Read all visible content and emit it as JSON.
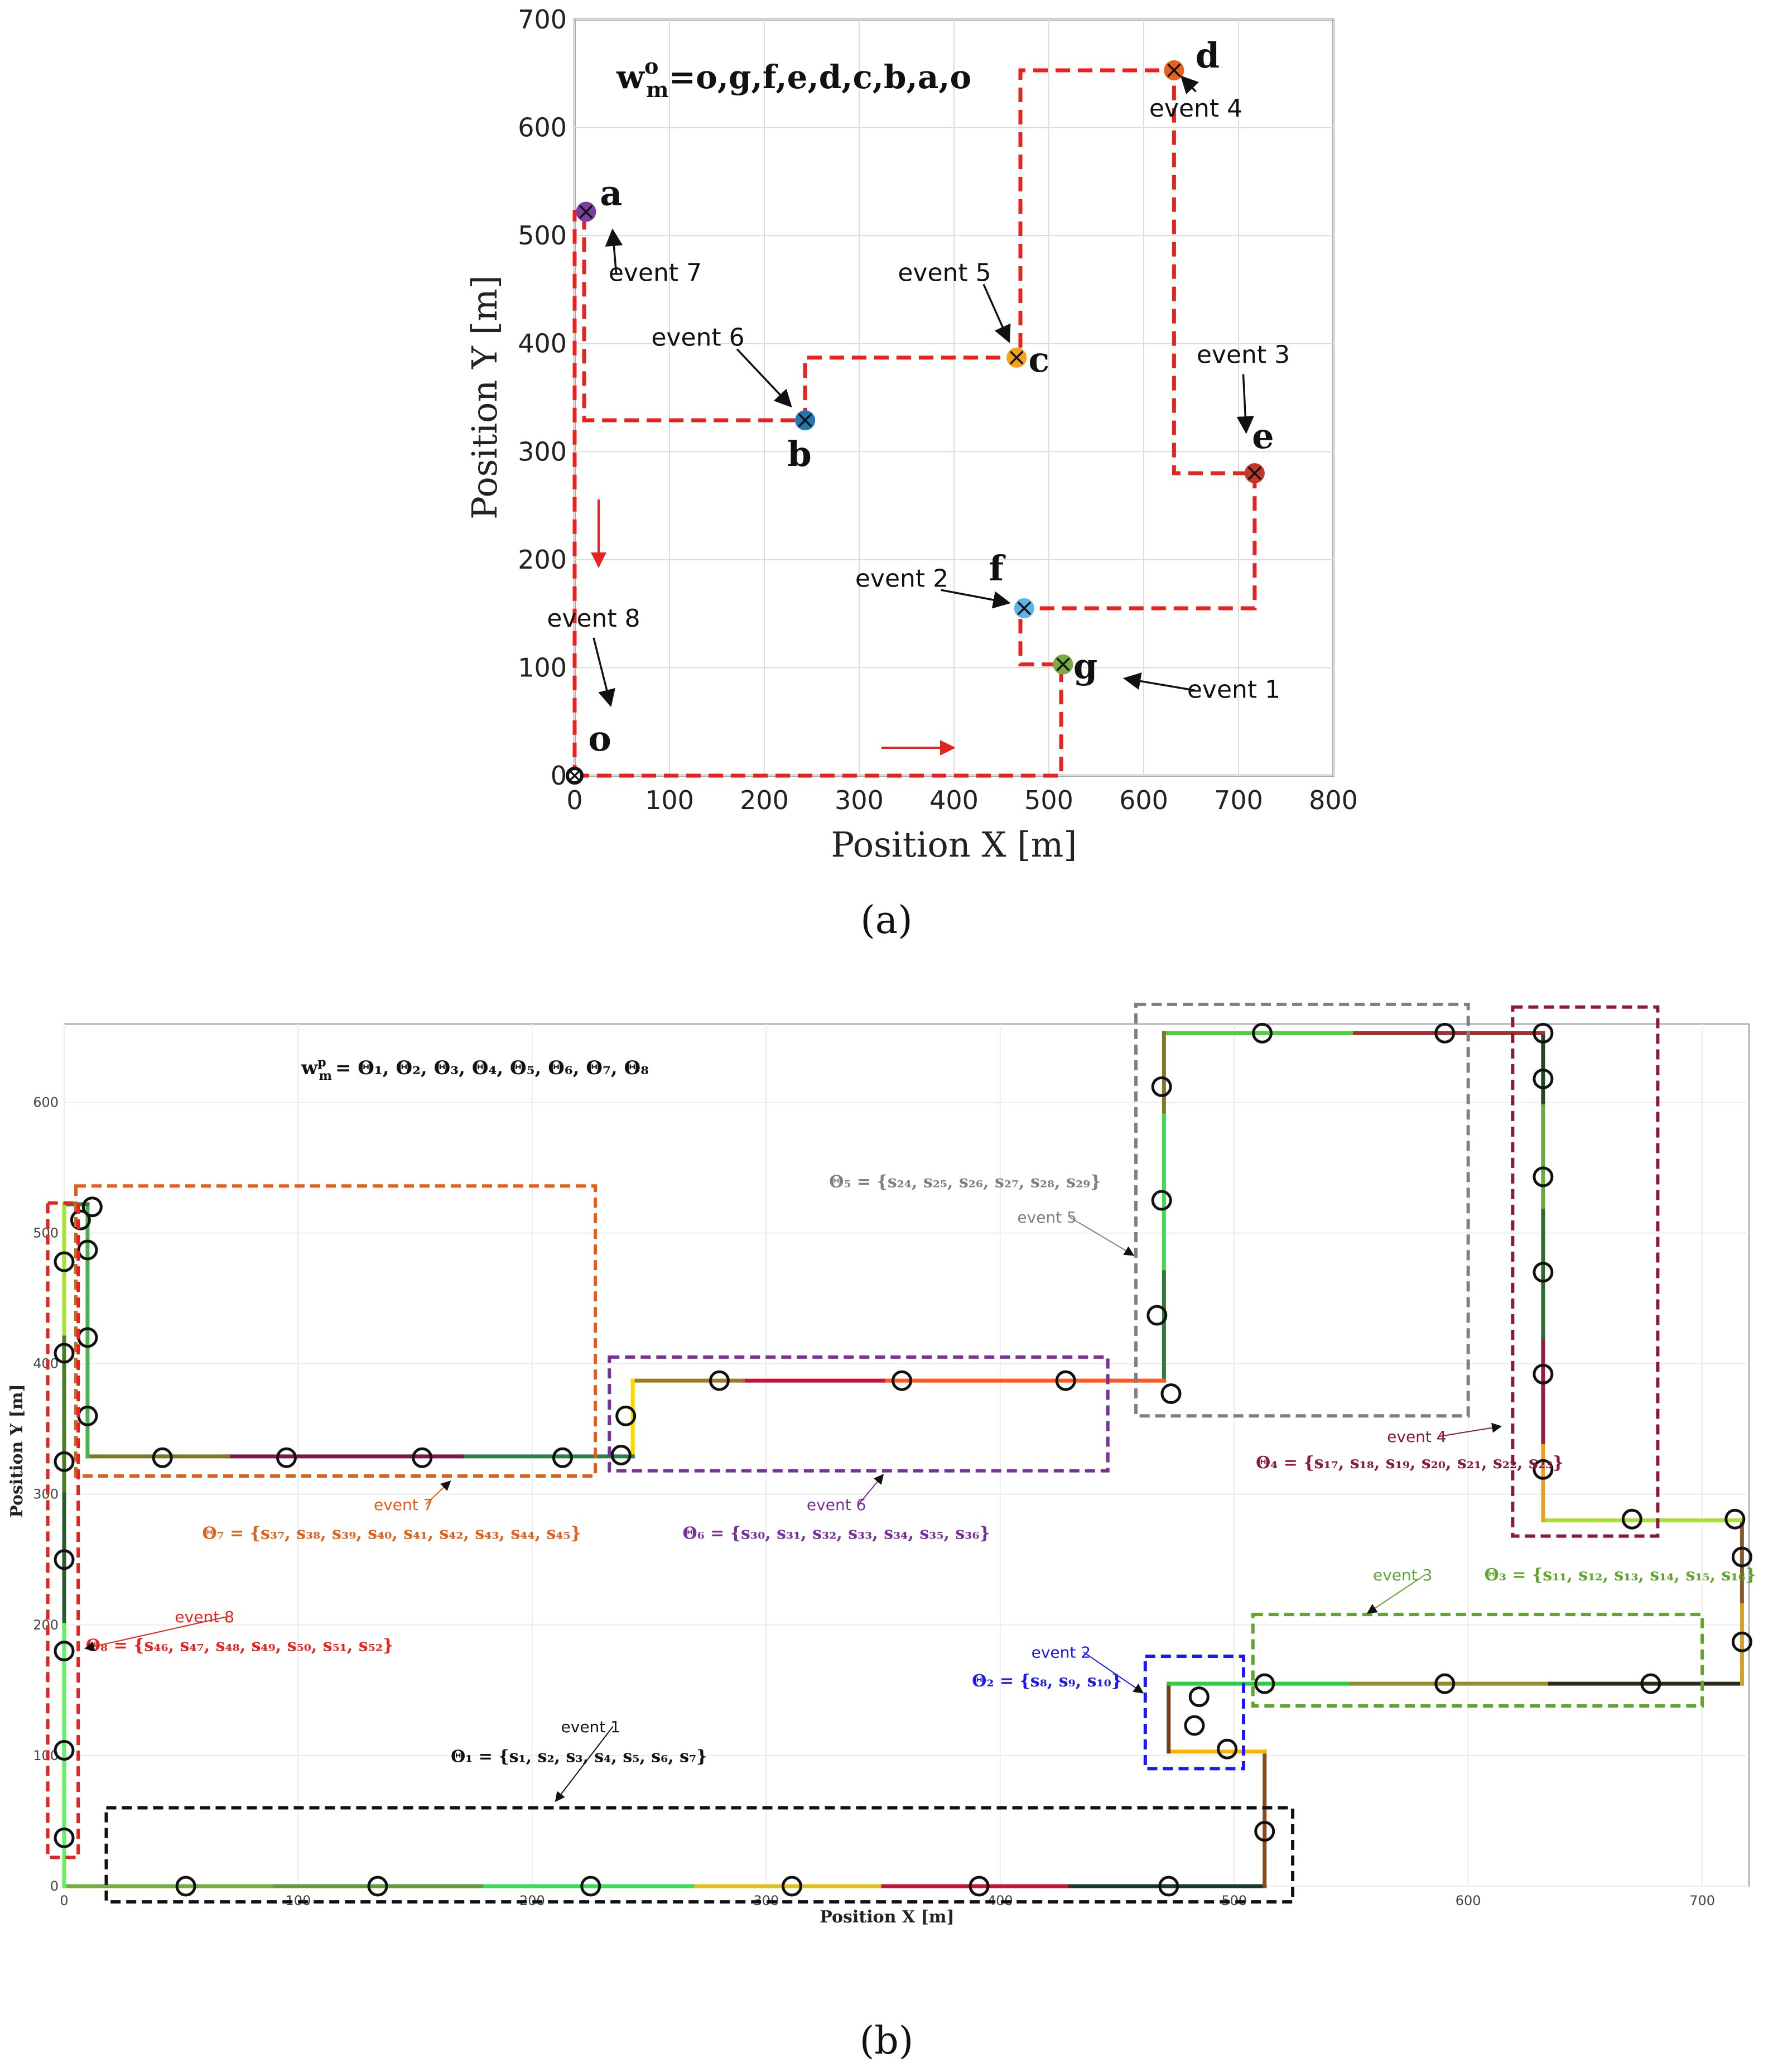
{
  "chart_data": [
    {
      "type": "line",
      "panel_label": "(a)",
      "xlabel": "Position X [m]",
      "ylabel": "Position Y [m]",
      "xlim": [
        0,
        800
      ],
      "ylim": [
        0,
        700
      ],
      "xticks": [
        0,
        100,
        200,
        300,
        400,
        500,
        600,
        700,
        800
      ],
      "yticks": [
        0,
        100,
        200,
        300,
        400,
        500,
        600,
        700
      ],
      "grid": true,
      "sequence_label": "w",
      "sequence_sup": "o",
      "sequence_sub": "m",
      "sequence_text": "=o,g,f,e,d,c,b,a,o",
      "path": [
        [
          0,
          0
        ],
        [
          513,
          0
        ],
        [
          513,
          103
        ],
        [
          470,
          103
        ],
        [
          470,
          155
        ],
        [
          717,
          155
        ],
        [
          717,
          280
        ],
        [
          632,
          280
        ],
        [
          632,
          653
        ],
        [
          470,
          653
        ],
        [
          470,
          387
        ],
        [
          243,
          387
        ],
        [
          243,
          329
        ],
        [
          10,
          329
        ],
        [
          10,
          522
        ],
        [
          0,
          522
        ],
        [
          0,
          0
        ]
      ],
      "points": [
        {
          "name": "o",
          "x": 0,
          "y": 0,
          "color": "#222222"
        },
        {
          "name": "a",
          "x": 12,
          "y": 522,
          "color": "#7b3fa0"
        },
        {
          "name": "b",
          "x": 243,
          "y": 329,
          "color": "#1f77b4"
        },
        {
          "name": "c",
          "x": 466,
          "y": 387,
          "color": "#f4a31c"
        },
        {
          "name": "d",
          "x": 632,
          "y": 653,
          "color": "#e8601c"
        },
        {
          "name": "e",
          "x": 717,
          "y": 280,
          "color": "#c0392b"
        },
        {
          "name": "f",
          "x": 474,
          "y": 155,
          "color": "#5ab4e5"
        },
        {
          "name": "g",
          "x": 515,
          "y": 103,
          "color": "#77ab43"
        }
      ],
      "annotations": [
        {
          "text": "event 1",
          "x": 695,
          "y": 72,
          "tx": 580,
          "ty": 90
        },
        {
          "text": "event 2",
          "x": 345,
          "y": 175,
          "tx": 458,
          "ty": 160
        },
        {
          "text": "event 3",
          "x": 705,
          "y": 382,
          "tx": 708,
          "ty": 318
        },
        {
          "text": "event 4",
          "x": 655,
          "y": 610,
          "tx": 640,
          "ty": 647
        },
        {
          "text": "event 5",
          "x": 390,
          "y": 458,
          "tx": 458,
          "ty": 402
        },
        {
          "text": "event 6",
          "x": 130,
          "y": 398,
          "tx": 228,
          "ty": 342
        },
        {
          "text": "event 7",
          "x": 85,
          "y": 458,
          "tx": 40,
          "ty": 505
        },
        {
          "text": "event 8",
          "x": 20,
          "y": 138,
          "tx": 38,
          "ty": 65
        }
      ]
    },
    {
      "type": "line",
      "panel_label": "(b)",
      "xlabel": "Position X [m]",
      "ylabel": "Position Y [m]",
      "xlim": [
        0,
        720
      ],
      "ylim": [
        0,
        660
      ],
      "xticks": [
        0,
        100,
        200,
        300,
        400,
        500,
        600,
        700
      ],
      "yticks": [
        0,
        100,
        200,
        300,
        400,
        500,
        600
      ],
      "grid": true,
      "sequence_label": "w",
      "sequence_sup": "p",
      "sequence_sub": "m",
      "sequence_text": "= Θ₁, Θ₂, Θ₃, Θ₄, Θ₅, Θ₆, Θ₇, Θ₈",
      "segments": [
        {
          "x1": 0,
          "y1": 0,
          "x2": 90,
          "y2": 0,
          "color": "#77ab43"
        },
        {
          "x1": 90,
          "y1": 0,
          "x2": 180,
          "y2": 0,
          "color": "#5f9e3a"
        },
        {
          "x1": 180,
          "y1": 0,
          "x2": 270,
          "y2": 0,
          "color": "#3ddc57"
        },
        {
          "x1": 270,
          "y1": 0,
          "x2": 350,
          "y2": 0,
          "color": "#e0c020"
        },
        {
          "x1": 350,
          "y1": 0,
          "x2": 430,
          "y2": 0,
          "color": "#c0163a"
        },
        {
          "x1": 430,
          "y1": 0,
          "x2": 513,
          "y2": 0,
          "color": "#1a3a2a"
        },
        {
          "x1": 513,
          "y1": 0,
          "x2": 513,
          "y2": 103,
          "color": "#8b4a1a"
        },
        {
          "x1": 513,
          "y1": 103,
          "x2": 472,
          "y2": 103,
          "color": "#f4b400"
        },
        {
          "x1": 472,
          "y1": 103,
          "x2": 472,
          "y2": 155,
          "color": "#7a3b1a"
        },
        {
          "x1": 472,
          "y1": 155,
          "x2": 550,
          "y2": 155,
          "color": "#2ecc40"
        },
        {
          "x1": 550,
          "y1": 155,
          "x2": 635,
          "y2": 155,
          "color": "#8e8e2e"
        },
        {
          "x1": 635,
          "y1": 155,
          "x2": 717,
          "y2": 155,
          "color": "#2a2a18"
        },
        {
          "x1": 717,
          "y1": 155,
          "x2": 717,
          "y2": 218,
          "color": "#d4a020"
        },
        {
          "x1": 717,
          "y1": 218,
          "x2": 717,
          "y2": 280,
          "color": "#8b5a2b"
        },
        {
          "x1": 717,
          "y1": 280,
          "x2": 632,
          "y2": 280,
          "color": "#a6e22e"
        },
        {
          "x1": 632,
          "y1": 280,
          "x2": 632,
          "y2": 340,
          "color": "#e8a020"
        },
        {
          "x1": 632,
          "y1": 340,
          "x2": 632,
          "y2": 420,
          "color": "#9b1b3a"
        },
        {
          "x1": 632,
          "y1": 420,
          "x2": 632,
          "y2": 520,
          "color": "#2e6b2e"
        },
        {
          "x1": 632,
          "y1": 520,
          "x2": 632,
          "y2": 600,
          "color": "#6aaa3a"
        },
        {
          "x1": 632,
          "y1": 600,
          "x2": 632,
          "y2": 653,
          "color": "#1e4a1e"
        },
        {
          "x1": 632,
          "y1": 653,
          "x2": 550,
          "y2": 653,
          "color": "#a33030"
        },
        {
          "x1": 550,
          "y1": 653,
          "x2": 470,
          "y2": 653,
          "color": "#4cd137"
        },
        {
          "x1": 470,
          "y1": 653,
          "x2": 470,
          "y2": 590,
          "color": "#7a7a2a"
        },
        {
          "x1": 470,
          "y1": 590,
          "x2": 470,
          "y2": 470,
          "color": "#3ddc57"
        },
        {
          "x1": 470,
          "y1": 470,
          "x2": 470,
          "y2": 387,
          "color": "#2e7d32"
        },
        {
          "x1": 470,
          "y1": 387,
          "x2": 350,
          "y2": 387,
          "color": "#ff5722"
        },
        {
          "x1": 350,
          "y1": 387,
          "x2": 290,
          "y2": 387,
          "color": "#c0163a"
        },
        {
          "x1": 290,
          "y1": 387,
          "x2": 243,
          "y2": 387,
          "color": "#9b7a2a"
        },
        {
          "x1": 243,
          "y1": 387,
          "x2": 243,
          "y2": 329,
          "color": "#ffd700"
        },
        {
          "x1": 243,
          "y1": 329,
          "x2": 170,
          "y2": 329,
          "color": "#2e7d4a"
        },
        {
          "x1": 170,
          "y1": 329,
          "x2": 70,
          "y2": 329,
          "color": "#7a1a4a"
        },
        {
          "x1": 70,
          "y1": 329,
          "x2": 10,
          "y2": 329,
          "color": "#7a7a2a"
        },
        {
          "x1": 10,
          "y1": 329,
          "x2": 10,
          "y2": 522,
          "color": "#4caf50"
        },
        {
          "x1": 10,
          "y1": 522,
          "x2": 0,
          "y2": 522,
          "color": "#2e7d32"
        },
        {
          "x1": 0,
          "y1": 522,
          "x2": 0,
          "y2": 420,
          "color": "#a6e22e"
        },
        {
          "x1": 0,
          "y1": 420,
          "x2": 0,
          "y2": 300,
          "color": "#4a7a2a"
        },
        {
          "x1": 0,
          "y1": 300,
          "x2": 0,
          "y2": 200,
          "color": "#2e5a2e"
        },
        {
          "x1": 0,
          "y1": 200,
          "x2": 0,
          "y2": 0,
          "color": "#5ef25e"
        }
      ],
      "circles": [
        [
          52,
          0
        ],
        [
          134,
          0
        ],
        [
          225,
          0
        ],
        [
          311,
          0
        ],
        [
          391,
          0
        ],
        [
          472,
          0
        ],
        [
          513,
          42
        ],
        [
          485,
          145
        ],
        [
          483,
          123
        ],
        [
          497,
          105
        ],
        [
          513,
          155
        ],
        [
          590,
          155
        ],
        [
          678,
          155
        ],
        [
          717,
          187
        ],
        [
          717,
          252
        ],
        [
          714,
          281
        ],
        [
          670,
          281
        ],
        [
          632,
          319
        ],
        [
          632,
          392
        ],
        [
          632,
          470
        ],
        [
          632,
          543
        ],
        [
          632,
          618
        ],
        [
          632,
          653
        ],
        [
          590,
          653
        ],
        [
          512,
          653
        ],
        [
          469,
          612
        ],
        [
          469,
          525
        ],
        [
          467,
          437
        ],
        [
          473,
          377
        ],
        [
          428,
          387
        ],
        [
          358,
          387
        ],
        [
          280,
          387
        ],
        [
          240,
          360
        ],
        [
          238,
          330
        ],
        [
          213,
          328
        ],
        [
          153,
          328
        ],
        [
          95,
          328
        ],
        [
          42,
          328
        ],
        [
          10,
          360
        ],
        [
          10,
          420
        ],
        [
          10,
          487
        ],
        [
          12,
          520
        ],
        [
          7,
          510
        ],
        [
          0,
          478
        ],
        [
          0,
          408
        ],
        [
          0,
          325
        ],
        [
          0,
          250
        ],
        [
          0,
          180
        ],
        [
          0,
          104
        ],
        [
          0,
          37
        ]
      ],
      "groups": [
        {
          "name": "Θ₁ = {s₁, s₂, s₃, s₄, s₅, s₆, s₇}",
          "event": "event 1",
          "x1": 18,
          "y1": -12,
          "x2": 525,
          "y2": 60,
          "color": "#111111",
          "lx": 220,
          "ly": 95,
          "ex": 225,
          "ey": 118,
          "ax": 210,
          "ay": 65
        },
        {
          "name": "Θ₂ = {s₈, s₉, s₁₀}",
          "event": "event 2",
          "x1": 462,
          "y1": 90,
          "x2": 504,
          "y2": 176,
          "color": "#1a1aee",
          "lx": 420,
          "ly": 153,
          "ex": 426,
          "ey": 175,
          "ax": 461,
          "ay": 148
        },
        {
          "name": "Θ₃ = {s₁₁, s₁₂, s₁₃, s₁₄, s₁₅, s₁₆}",
          "event": "event 3",
          "x1": 508,
          "y1": 138,
          "x2": 700,
          "y2": 208,
          "color": "#5fa52e",
          "lx": 665,
          "ly": 234,
          "ex": 572,
          "ey": 234,
          "ax": 557,
          "ay": 209
        },
        {
          "name": "Θ₄ = {s₁₇, s₁₈, s₁₉, s₂₀, s₂₁, s₂₂, s₂₃}",
          "event": "event 4",
          "x1": 619,
          "y1": 268,
          "x2": 681,
          "y2": 673,
          "color": "#8b1a3a",
          "lx": 575,
          "ly": 320,
          "ex": 578,
          "ey": 340,
          "ax": 614,
          "ay": 352
        },
        {
          "name": "Θ₅ = {s₂₄, s₂₅, s₂₆, s₂₇, s₂₈, s₂₉}",
          "event": "event 5",
          "x1": 458,
          "y1": 360,
          "x2": 600,
          "y2": 675,
          "color": "#808080",
          "lx": 385,
          "ly": 535,
          "ex": 420,
          "ey": 508,
          "ax": 457,
          "ay": 483
        },
        {
          "name": "Θ₆ = {s₃₀, s₃₁, s₃₂, s₃₃, s₃₄, s₃₅, s₃₆}",
          "event": "event 6",
          "x1": 233,
          "y1": 318,
          "x2": 446,
          "y2": 405,
          "color": "#7b2f9a",
          "lx": 330,
          "ly": 266,
          "ex": 330,
          "ey": 288,
          "ax": 350,
          "ay": 315
        },
        {
          "name": "Θ₇ = {s₃₇, s₃₈, s₃₉, s₄₀, s₄₁, s₄₂, s₄₃, s₄₄, s₄₅}",
          "event": "event 7",
          "x1": 5,
          "y1": 314,
          "x2": 227,
          "y2": 536,
          "color": "#e0601a",
          "lx": 140,
          "ly": 266,
          "ex": 145,
          "ey": 288,
          "ax": 165,
          "ay": 310
        },
        {
          "name": "Θ₈ = {s₄₆, s₄₇, s₄₈, s₄₉, s₅₀, s₅₁, s₅₂}",
          "event": "event 8",
          "x1": -7,
          "y1": 22,
          "x2": 6,
          "y2": 523,
          "color": "#e8231f",
          "lx": 75,
          "ly": 180,
          "ex": 60,
          "ey": 202,
          "ax": 9,
          "ay": 182
        }
      ]
    }
  ]
}
